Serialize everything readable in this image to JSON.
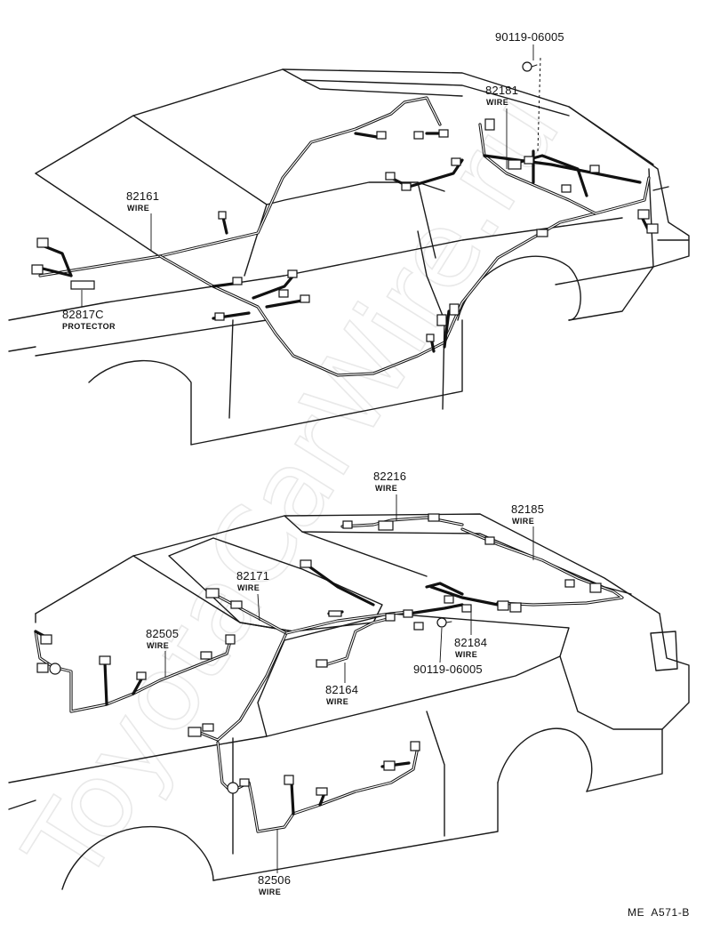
{
  "watermark": "ToyotaCarWire.ru",
  "upper_diagram": {
    "callouts": [
      {
        "id": "bolt-top",
        "part_no": "90119-06005",
        "name": ""
      },
      {
        "id": "wire-82181",
        "part_no": "82181",
        "name": "WIRE"
      },
      {
        "id": "wire-82161",
        "part_no": "82161",
        "name": "WIRE"
      },
      {
        "id": "protector-82817c",
        "part_no": "82817C",
        "name": "PROTECTOR"
      }
    ]
  },
  "lower_diagram": {
    "callouts": [
      {
        "id": "wire-82216",
        "part_no": "82216",
        "name": "WIRE"
      },
      {
        "id": "wire-82185",
        "part_no": "82185",
        "name": "WIRE"
      },
      {
        "id": "wire-82171",
        "part_no": "82171",
        "name": "WIRE"
      },
      {
        "id": "wire-82505",
        "part_no": "82505",
        "name": "WIRE"
      },
      {
        "id": "wire-82184",
        "part_no": "82184",
        "name": "WIRE"
      },
      {
        "id": "bolt-bottom",
        "part_no": "90119-06005",
        "name": ""
      },
      {
        "id": "wire-82164",
        "part_no": "82164",
        "name": "WIRE"
      },
      {
        "id": "wire-82506",
        "part_no": "82506",
        "name": "WIRE"
      }
    ]
  },
  "figure_ref": "ME  A571-B"
}
